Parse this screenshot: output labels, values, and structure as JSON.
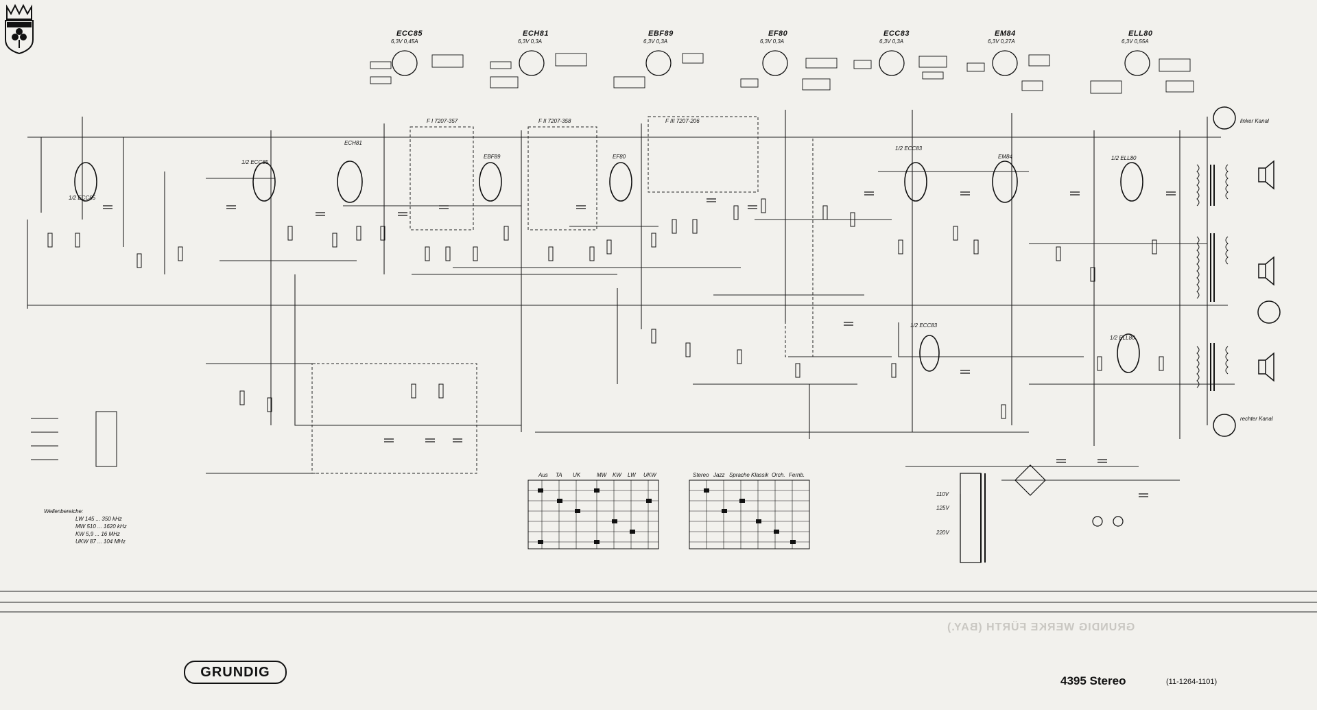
{
  "brand": "GRUNDIG",
  "model": "4395 Stereo",
  "part_number": "(11-1264-1101)",
  "tubes": [
    {
      "name": "ECC85",
      "spec": "6,3V 0,45A"
    },
    {
      "name": "ECH81",
      "spec": "6,3V 0,3A"
    },
    {
      "name": "EBF89",
      "spec": "6,3V 0,3A"
    },
    {
      "name": "EF80",
      "spec": "6,3V 0,3A"
    },
    {
      "name": "ECC83",
      "spec": "6,3V 0,3A"
    },
    {
      "name": "EM84",
      "spec": "6,3V 0,27A"
    },
    {
      "name": "ELL80",
      "spec": "6,3V 0,55A"
    }
  ],
  "filters": [
    "F I 7207-357",
    "F II 7207-358",
    "F III 7207-206"
  ],
  "stage_labels": [
    "1/2 ECC85",
    "ECH81",
    "1/2 ECC85",
    "EBF89",
    "EF80",
    "1/2 ECC83",
    "EM84",
    "1/2 ELL80",
    "1/2 ECC83",
    "1/2 ELL80"
  ],
  "channel_labels": {
    "left": "linker Kanal",
    "right": "rechter Kanal"
  },
  "wave_ranges": {
    "title": "Wellenbereiche:",
    "items": [
      "LW 145 ... 350 kHz",
      "MW 510 ... 1620 kHz",
      "KW 5,9 ... 16 MHz",
      "UKW 87 ... 104 MHz"
    ]
  },
  "switch_headers": {
    "left": [
      "Aus",
      "TA",
      "UK"
    ],
    "middle": [
      "MW",
      "KW",
      "LW",
      "UKW"
    ],
    "right": [
      "Stereo",
      "Jazz",
      "Sprache",
      "Klassik",
      "Orch.",
      "Fernb."
    ]
  },
  "mains_labels": [
    "110V",
    "125V",
    "220V"
  ],
  "brand_ghost": "GRUNDIG WERKE FÜRTH (BAY.)",
  "colors": {
    "ink": "#111111",
    "paper": "#f2f1ed"
  }
}
